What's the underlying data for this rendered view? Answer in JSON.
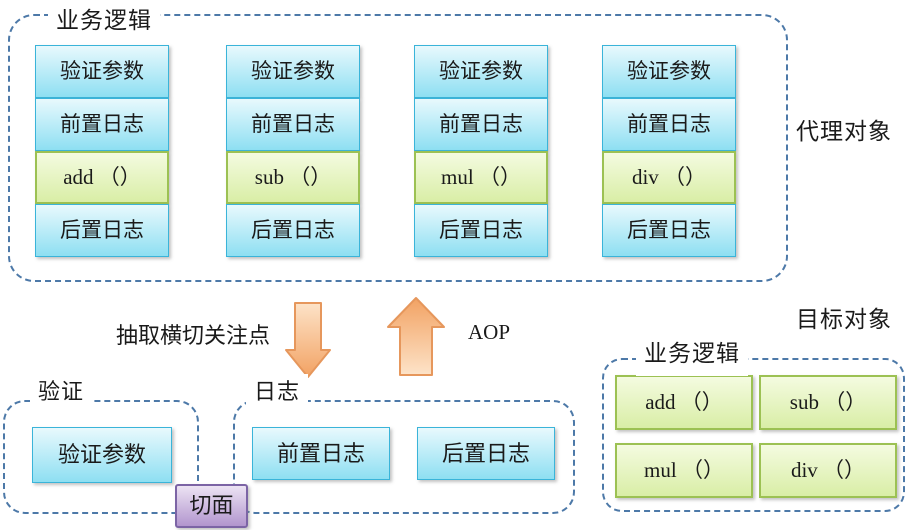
{
  "proxy": {
    "title": "业务逻辑",
    "side_label": "代理对象",
    "columns": [
      [
        "验证参数",
        "前置日志",
        "add （）",
        "后置日志"
      ],
      [
        "验证参数",
        "前置日志",
        "sub （）",
        "后置日志"
      ],
      [
        "验证参数",
        "前置日志",
        "mul （）",
        "后置日志"
      ],
      [
        "验证参数",
        "前置日志",
        "div （）",
        "后置日志"
      ]
    ]
  },
  "flow": {
    "extract_label": "抽取横切关注点",
    "aop_label": "AOP"
  },
  "aspects": {
    "validation": {
      "title": "验证",
      "items": [
        "验证参数"
      ]
    },
    "logging": {
      "title": "日志",
      "items": [
        "前置日志",
        "后置日志"
      ]
    },
    "aspect_label": "切面"
  },
  "target": {
    "side_label": "目标对象",
    "title": "业务逻辑",
    "methods": [
      "add （）",
      "sub （）",
      "mul （）",
      "div （）"
    ]
  },
  "colors": {
    "dash_border": "#4d79a8",
    "blue_top": "#e8f9fd",
    "blue_bottom": "#8edff2",
    "blue_border": "#3ab4d9",
    "green_top": "#f4fbe0",
    "green_bottom": "#d9eea6",
    "green_border": "#9cc153",
    "purple_top": "#ece3f3",
    "purple_bottom": "#b295ce",
    "purple_border": "#7c64a5",
    "arrow_light": "#fde3c8",
    "arrow_dark": "#f2a263",
    "arrow_border": "#e6975c"
  }
}
